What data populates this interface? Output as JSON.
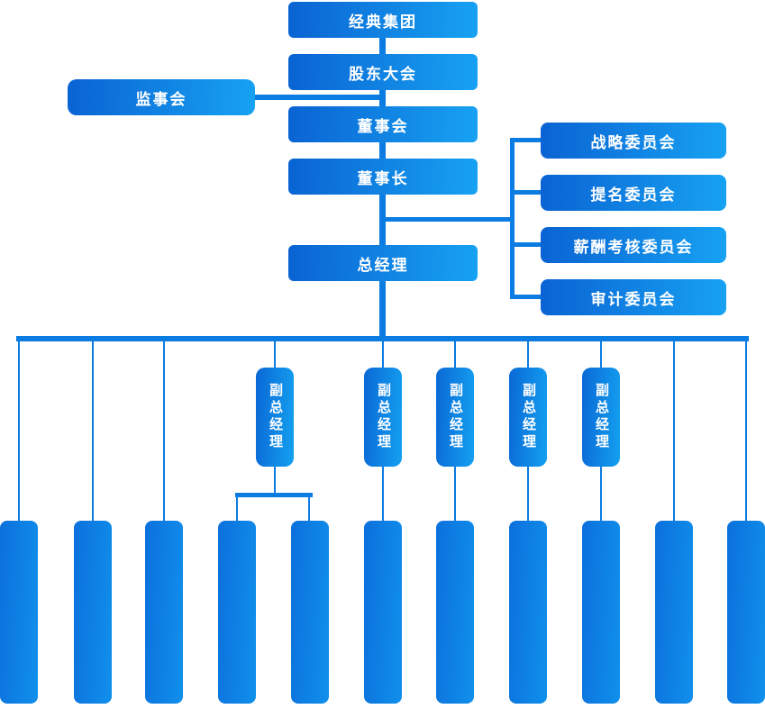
{
  "org": {
    "chain": [
      {
        "label": "经典集团"
      },
      {
        "label": "股东大会"
      },
      {
        "label": "董事会"
      },
      {
        "label": "董事长"
      },
      {
        "label": "总经理"
      }
    ],
    "supervisory": {
      "label": "监事会"
    },
    "committees": [
      {
        "label": "战略委员会"
      },
      {
        "label": "提名委员会"
      },
      {
        "label": "薪酬考核委员会"
      },
      {
        "label": "审计委员会"
      }
    ],
    "deputies": [
      {
        "label": "副总经理"
      },
      {
        "label": "副总经理"
      },
      {
        "label": "副总经理"
      },
      {
        "label": "副总经理"
      },
      {
        "label": "副总经理"
      }
    ],
    "unlabeled_department_box_count": "11"
  },
  "colors": {
    "connector_line": "#0b7ce1",
    "box_gradient_dark": "#0a63d3",
    "box_gradient_light": "#17a2f2",
    "box_text": "#ffffff",
    "background": "#ffffff"
  }
}
